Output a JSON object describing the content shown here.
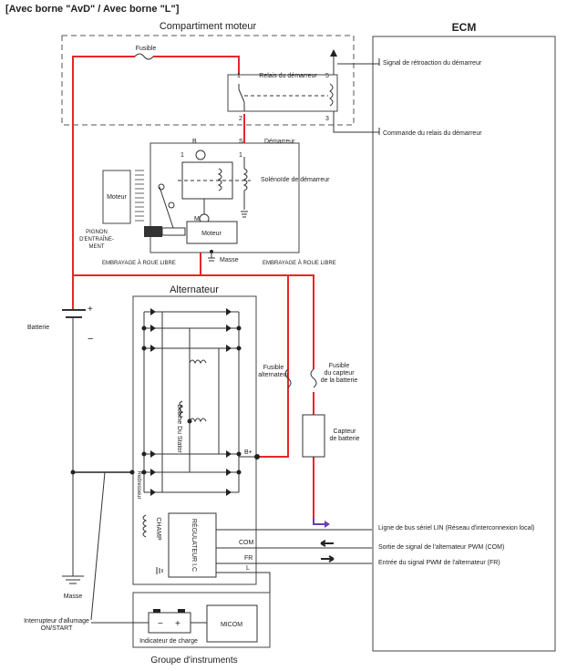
{
  "header": {
    "title": "[Avec borne \"AvD\" / Avec borne \"L\"]"
  },
  "engine_compartment": {
    "label": "Compartiment moteur",
    "fuse": "Fusible",
    "starter_relay": "Relais du démarreur",
    "relay_pins": [
      "1",
      "2",
      "3",
      "5"
    ]
  },
  "ecm": {
    "label": "ECM",
    "signals": [
      "Signal de rétroaction du démarreur",
      "Commande du relais du démarreur",
      "Ligne de bus sériel LIN (Réseau d'interconnexion local)",
      "Sortie de signal de l'alternateur PWM (COM)",
      "Entrée du signal PWM de l'alternateur (FR)"
    ]
  },
  "starter": {
    "label": "Démarreur",
    "terminal_b": "B",
    "terminal_s": "S",
    "terminal_m": "M",
    "pin_1a": "1",
    "pin_1b": "1",
    "solenoid": "Solénoïde de démarreur",
    "motor_left": "Moteur",
    "motor_inner": "Moteur",
    "pinion": "PIGNON D'ENTRAÎNE- MENT",
    "clutch_left": "EMBRAYAGE À ROUE LIBRE",
    "clutch_right": "EMBRAYAGE À ROUE LIBRE",
    "ground": "Masse"
  },
  "battery": {
    "label": "Batterie",
    "plus": "+",
    "minus": "−",
    "ground": "Masse"
  },
  "alternator": {
    "label": "Alternateur",
    "stator": "Bobine Du Stator",
    "rectifier": "Redresseur",
    "field": "CHAMP",
    "regulator": "RÉGULATEUR I.C",
    "b_plus": "B+",
    "com": "COM",
    "fr": "FR",
    "l": "L"
  },
  "fuses": {
    "alternator_fuse": "Fusible alternateur",
    "battery_sensor_fuse": "Fusible du capteur de la batterie"
  },
  "battery_sensor": "Capteur de batterie",
  "ignition_switch": "Interrupteur d'allumage ON/START",
  "cluster": {
    "label": "Groupe d'instruments",
    "charge_indicator": "Indicateur de charge",
    "micom": "MICOM",
    "minus": "−",
    "plus": "+"
  },
  "colors": {
    "power": "#e8262a",
    "lin": "#6a3db8",
    "line": "#2a2a2a"
  }
}
